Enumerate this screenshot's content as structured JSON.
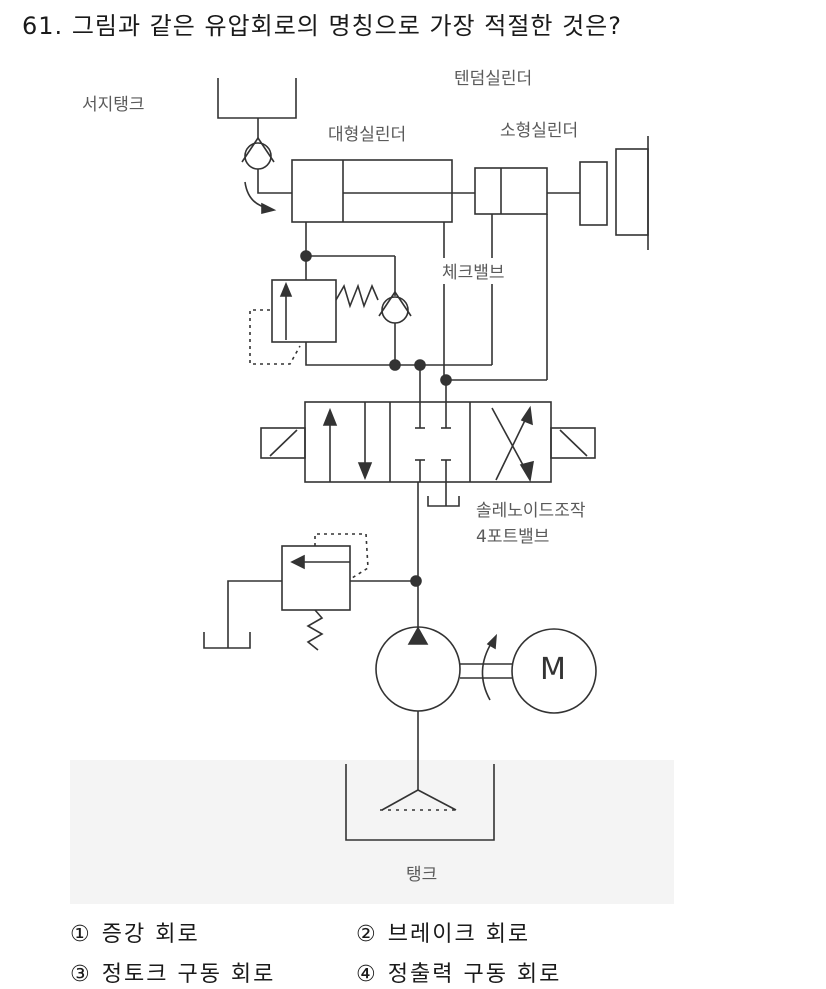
{
  "question": {
    "number": "61.",
    "text": "그림과 같은 유압회로의 명칭으로 가장 적절한 것은?"
  },
  "diagram": {
    "labels": {
      "surge_tank": "서지탱크",
      "tandem_cylinder": "텐덤실린더",
      "large_cylinder": "대형실린더",
      "small_cylinder": "소형실린더",
      "check_valve": "체크밸브",
      "solenoid_valve_line1": "솔레노이드조작",
      "solenoid_valve_line2": "4포트밸브",
      "tank": "탱크",
      "motor": "M"
    },
    "components": [
      "surge-tank",
      "check-valve-top",
      "large-cylinder",
      "small-cylinder",
      "load",
      "sequence-valve",
      "check-valve-mid",
      "4-port-solenoid-valve",
      "relief-valve",
      "pump",
      "motor",
      "tank"
    ],
    "colors": {
      "line": "#333333",
      "label": "#5a5a5a",
      "scan_bg": "#f4f4f4"
    }
  },
  "choices": [
    {
      "num": "①",
      "label": "증강 회로"
    },
    {
      "num": "②",
      "label": "브레이크 회로"
    },
    {
      "num": "③",
      "label": "정토크 구동 회로"
    },
    {
      "num": "④",
      "label": "정출력 구동 회로"
    }
  ]
}
